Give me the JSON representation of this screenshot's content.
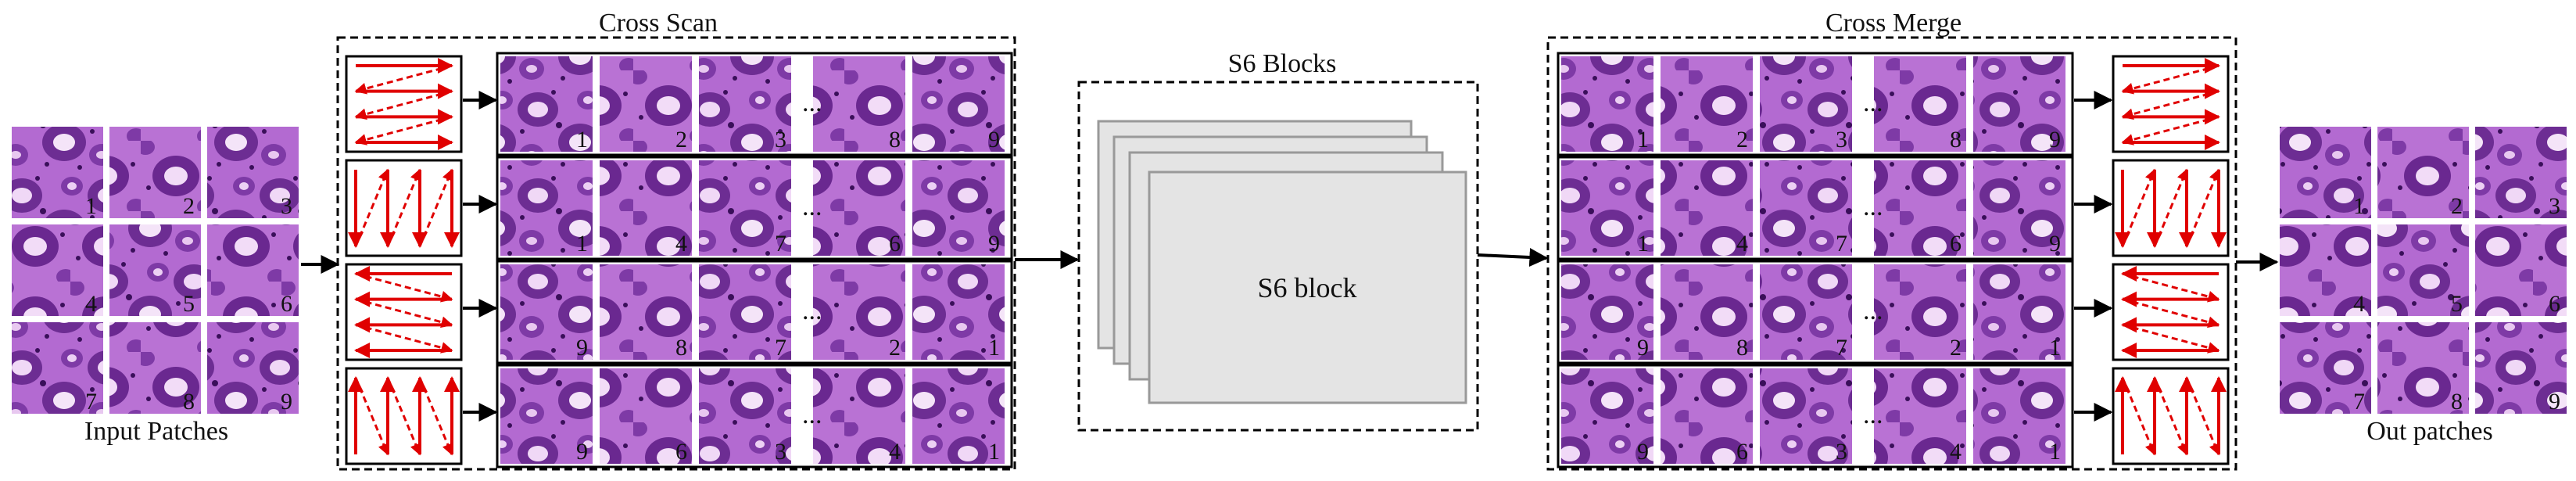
{
  "sections": {
    "input_label": "Input Patches",
    "cross_scan_title": "Cross Scan",
    "s6_title": "S6 Blocks",
    "s6_block_label": "S6 block",
    "cross_merge_title": "Cross Merge",
    "output_label": "Out patches"
  },
  "grid_numbers": [
    "1",
    "2",
    "3",
    "4",
    "5",
    "6",
    "7",
    "8",
    "9"
  ],
  "ellipsis": "...",
  "scan_rows": [
    {
      "direction": "row-major",
      "sequence": [
        "1",
        "2",
        "3",
        "8",
        "9"
      ]
    },
    {
      "direction": "column-major",
      "sequence": [
        "1",
        "4",
        "7",
        "6",
        "9"
      ]
    },
    {
      "direction": "row-major-reverse",
      "sequence": [
        "9",
        "8",
        "7",
        "2",
        "1"
      ]
    },
    {
      "direction": "column-major-reverse",
      "sequence": [
        "9",
        "6",
        "3",
        "4",
        "1"
      ]
    }
  ],
  "colors": {
    "tissue_base": "#b36ad1",
    "tissue_dark": "#5a1c80",
    "tissue_light": "#f0d8f6",
    "arrow_red": "#e00000",
    "block_fill": "#e4e4e4",
    "line": "#000000"
  }
}
